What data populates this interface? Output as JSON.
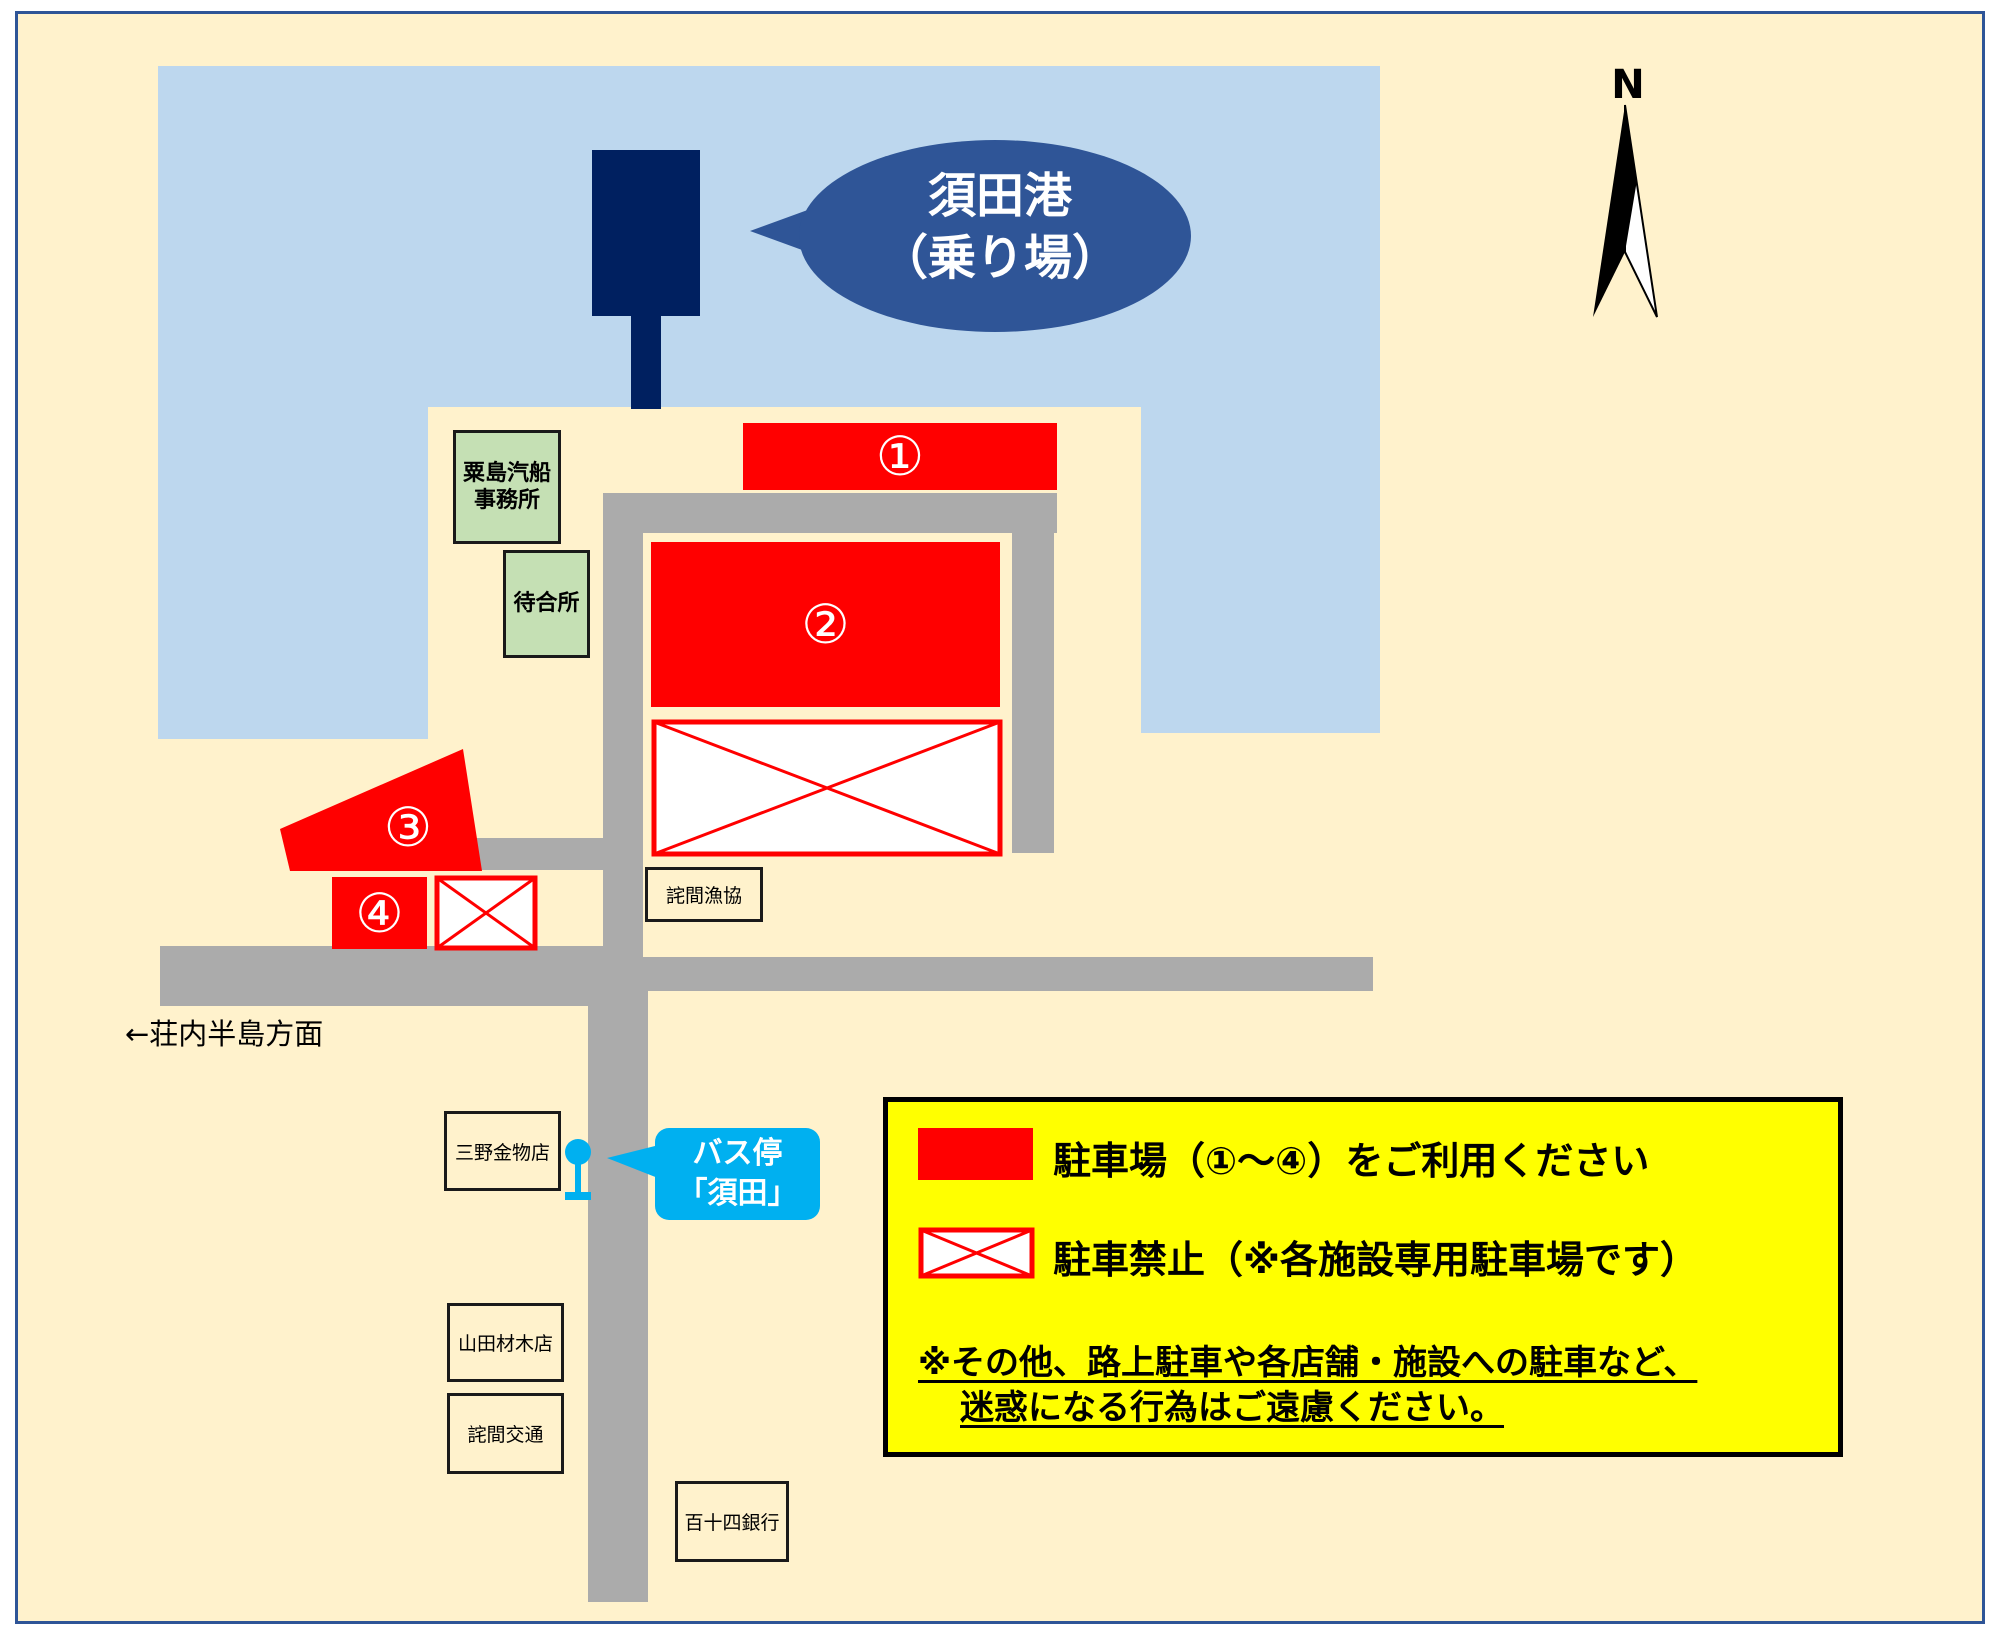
{
  "port": {
    "name": "須田港",
    "subtitle": "（乗り場）"
  },
  "compass": {
    "label": "N"
  },
  "parking_lots": [
    {
      "id": "1",
      "label": "①"
    },
    {
      "id": "2",
      "label": "②"
    },
    {
      "id": "3",
      "label": "③"
    },
    {
      "id": "4",
      "label": "④"
    }
  ],
  "buildings": {
    "awashima_kisen": {
      "line1": "粟島汽船",
      "line2": "事務所"
    },
    "machiaisho": "待合所",
    "takuma_gyokyo": "詫間漁協",
    "mino_kanamono": "三野金物店",
    "yamada_zaimoku": "山田材木店",
    "takuma_kotsu": "詫間交通",
    "hyakujushi_ginko": "百十四銀行"
  },
  "direction_label": "←荘内半島方面",
  "bus_stop": {
    "line1": "バス停",
    "line2": "「須田」"
  },
  "legend": {
    "parking_text": "駐車場（①～④）をご利用ください",
    "no_parking_text": "駐車禁止（※各施設専用駐車場です）",
    "note_line1": "※その他、路上駐車や各店舗・施設への駐車など、",
    "note_line2": "迷惑になる行為はご遠慮ください。"
  },
  "colors": {
    "land": "#FFF2CC",
    "water": "#BDD7EE",
    "road": "#ABABAB",
    "parking": "#FF0000",
    "pier": "#002060",
    "port_bubble": "#2F5597",
    "bus_stop": "#00B0F0",
    "legend_bg": "#FFFF00"
  }
}
